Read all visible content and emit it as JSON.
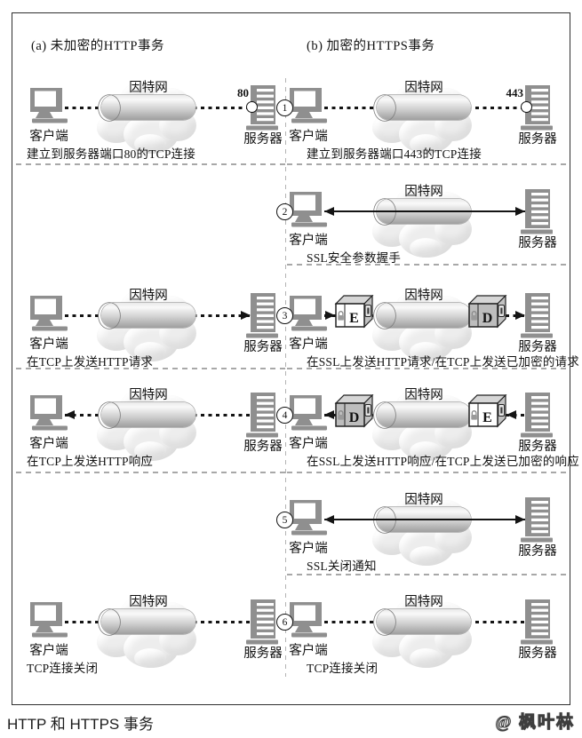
{
  "figure": {
    "section_a_title": "(a) 未加密的HTTP事务",
    "section_b_title": "(b) 加密的HTTPS事务",
    "client_label": "客户端",
    "server_label": "服务器",
    "internet_label": "因特网",
    "steps": [
      {
        "number": "1",
        "left": {
          "caption": "建立到服务器端口80的TCP连接",
          "port": "80",
          "line": "dashed",
          "arrows": "none"
        },
        "right": {
          "caption": "建立到服务器端口443的TCP连接",
          "port": "443",
          "line": "dashed",
          "arrows": "none"
        }
      },
      {
        "number": "2",
        "left": null,
        "right": {
          "caption": "SSL安全参数握手",
          "line": "solid",
          "arrows": "both"
        }
      },
      {
        "number": "3",
        "left": {
          "caption": "在TCP上发送HTTP请求",
          "line": "dashed",
          "arrows": "right"
        },
        "right": {
          "caption": "在SSL上发送HTTP请求/在TCP上发送已加密的请求",
          "line": "dashed",
          "arrows": "right",
          "boxes": [
            "E",
            "D"
          ]
        }
      },
      {
        "number": "4",
        "left": {
          "caption": "在TCP上发送HTTP响应",
          "line": "dashed",
          "arrows": "left"
        },
        "right": {
          "caption": "在SSL上发送HTTP响应/在TCP上发送已加密的响应",
          "line": "dashed",
          "arrows": "left",
          "boxes": [
            "D",
            "E"
          ]
        }
      },
      {
        "number": "5",
        "left": null,
        "right": {
          "caption": "SSL关闭通知",
          "line": "solid",
          "arrows": "both"
        }
      },
      {
        "number": "6",
        "left": {
          "caption": "TCP连接关闭",
          "line": "dashed",
          "arrows": "none"
        },
        "right": {
          "caption": "TCP连接关闭",
          "line": "dashed",
          "arrows": "none"
        }
      }
    ],
    "figure_caption": "HTTP 和 HTTPS 事务",
    "watermark": "@ 枫叶林",
    "colors": {
      "device_gray": "#8f8f8f",
      "cloud_gray": "#ededed",
      "line_black": "#141414",
      "separator_gray": "#a8a8a8"
    }
  }
}
